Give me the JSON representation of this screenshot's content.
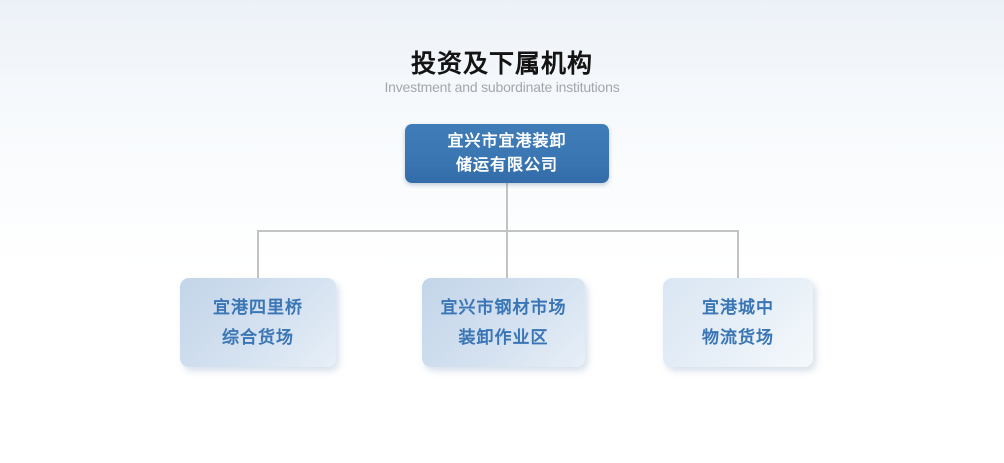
{
  "header": {
    "title": "投资及下属机构",
    "subtitle": "Investment and subordinate institutions"
  },
  "org_chart": {
    "root": {
      "name": "宜兴市宜港装卸储运有限公司",
      "line1": "宜兴市宜港装卸",
      "line2": "储运有限公司"
    },
    "children": [
      {
        "name": "宜港四里桥综合货场",
        "line1": "宜港四里桥",
        "line2": "综合货场"
      },
      {
        "name": "宜兴市钢材市场装卸作业区",
        "line1": "宜兴市钢材市场",
        "line2": "装卸作业区"
      },
      {
        "name": "宜港城中物流货场",
        "line1": "宜港城中",
        "line2": "物流货场"
      }
    ]
  },
  "colors": {
    "root_box_fill": "#3a76b2",
    "root_box_text": "#ffffff",
    "child_box_fill_start": "#c3d5e9",
    "child_box_fill_end": "#e7eff8",
    "child_box_text": "#3a76b5",
    "connector_line": "#c3c3c3",
    "title_text": "#141414",
    "subtitle_text": "#a3a7ac",
    "background_top": "#ecf1f7",
    "background_bottom": "#ffffff"
  }
}
